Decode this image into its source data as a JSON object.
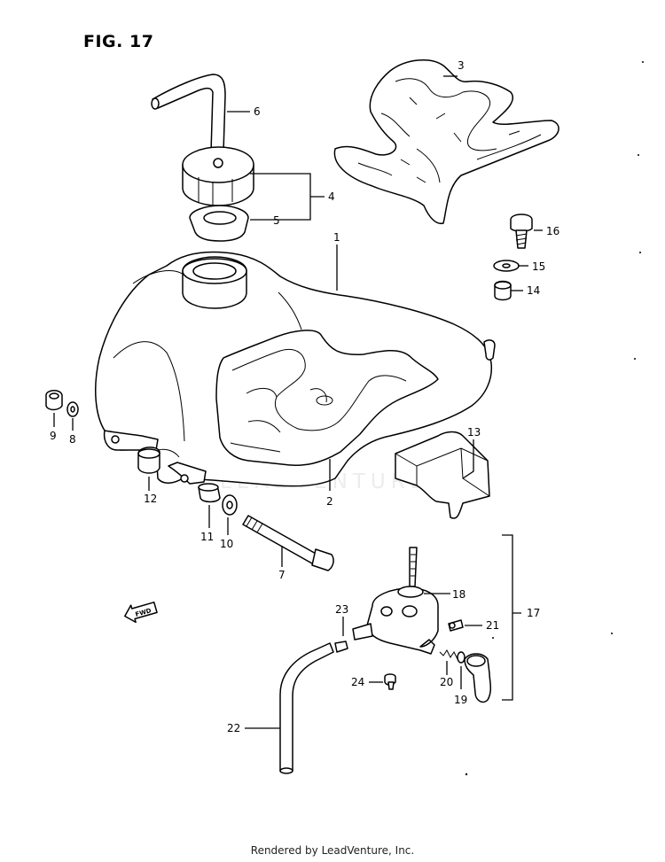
{
  "figure": {
    "title": "FIG. 17"
  },
  "callouts": [
    "1",
    "2",
    "3",
    "4",
    "5",
    "6",
    "7",
    "8",
    "9",
    "10",
    "11",
    "12",
    "13",
    "14",
    "15",
    "16",
    "17",
    "18",
    "19",
    "20",
    "21",
    "22",
    "23",
    "24"
  ],
  "direction_arrow": {
    "label": "FWD",
    "icon": "arrow-left-icon"
  },
  "watermark": "LEADVENTURE",
  "footer": "Rendered by LeadVenture, Inc."
}
